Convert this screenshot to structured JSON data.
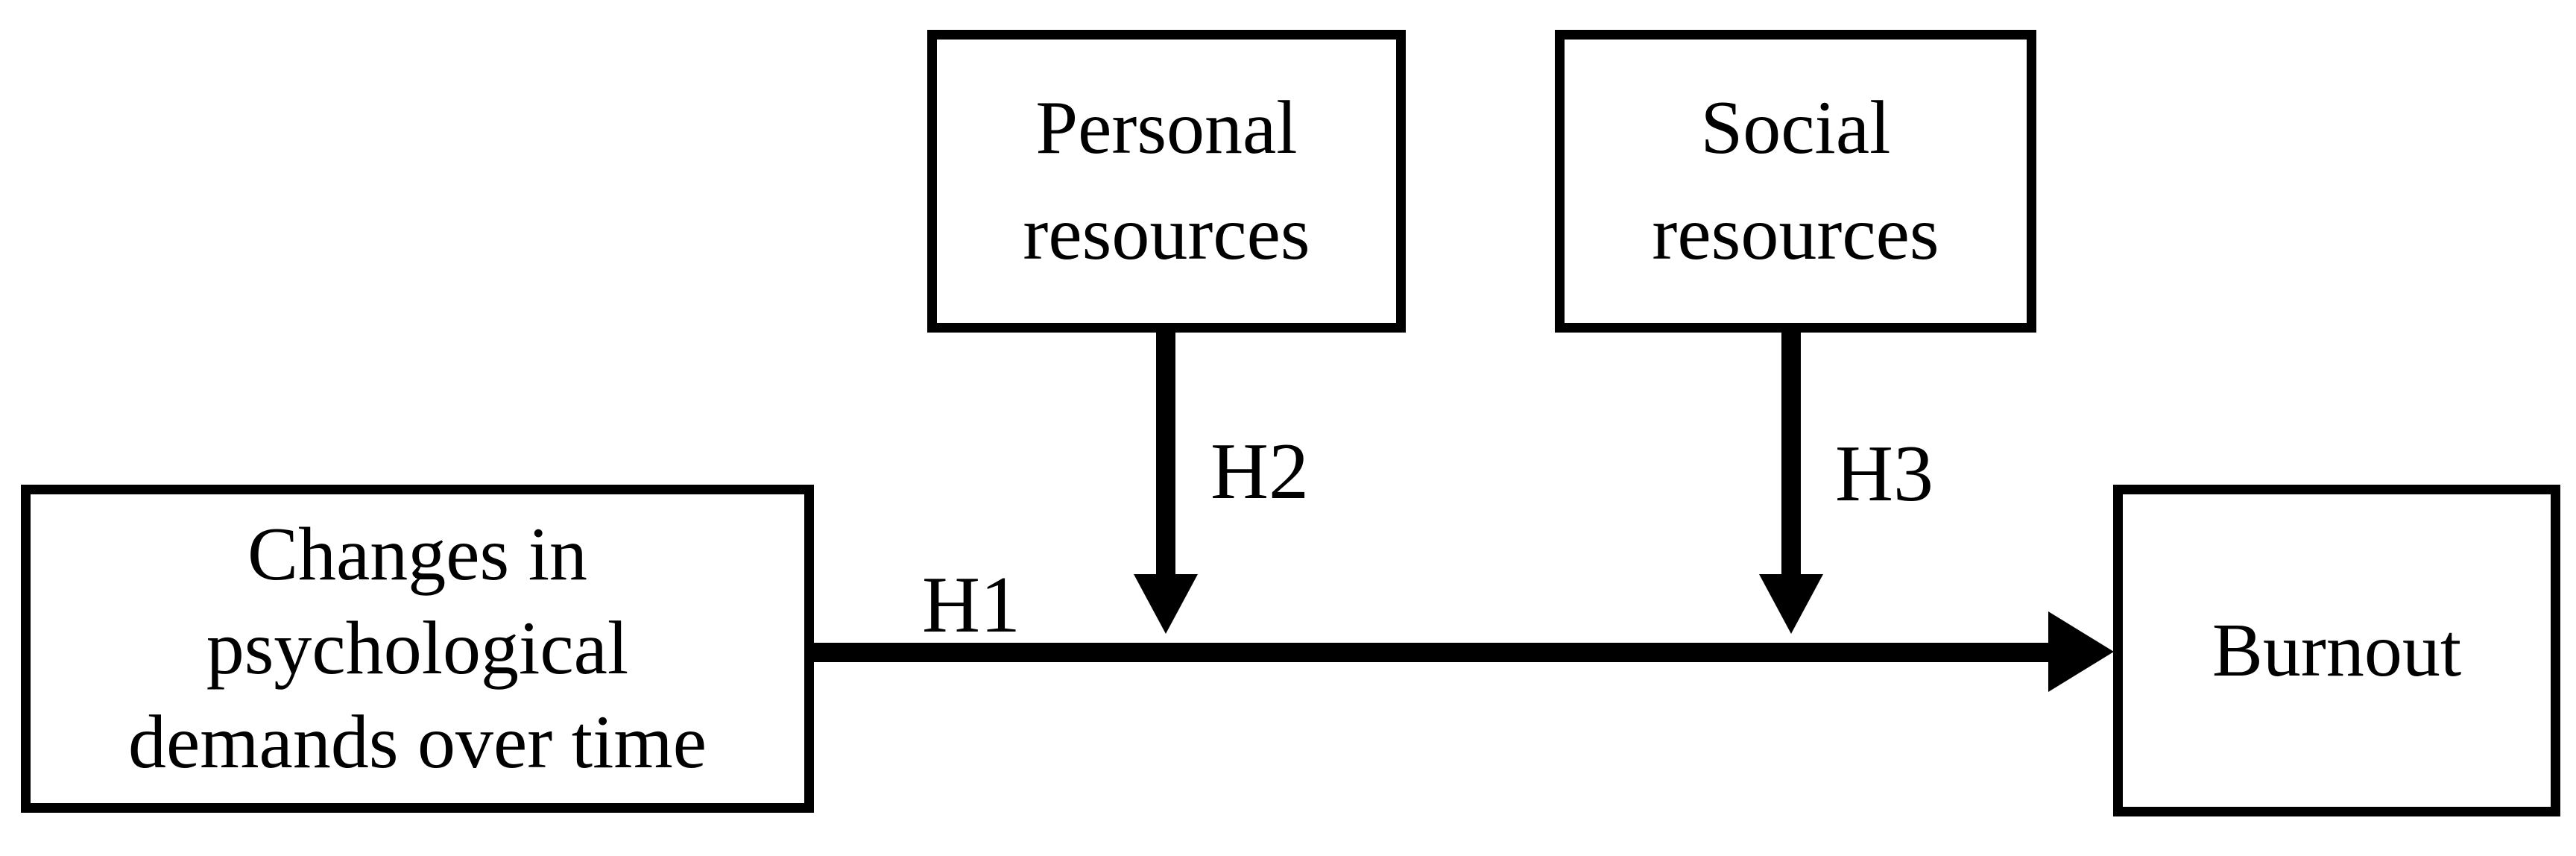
{
  "colors": {
    "background": "#ffffff",
    "ink": "#000000"
  },
  "boxes": {
    "changes": {
      "line1": "Changes in",
      "line2": "psychological",
      "line3": "demands over time"
    },
    "personal": {
      "line1": "Personal",
      "line2": "resources"
    },
    "social": {
      "line1": "Social",
      "line2": "resources"
    },
    "burnout": {
      "line1": "Burnout"
    }
  },
  "arrow_labels": {
    "h1": "H1",
    "h2": "H2",
    "h3": "H3"
  }
}
